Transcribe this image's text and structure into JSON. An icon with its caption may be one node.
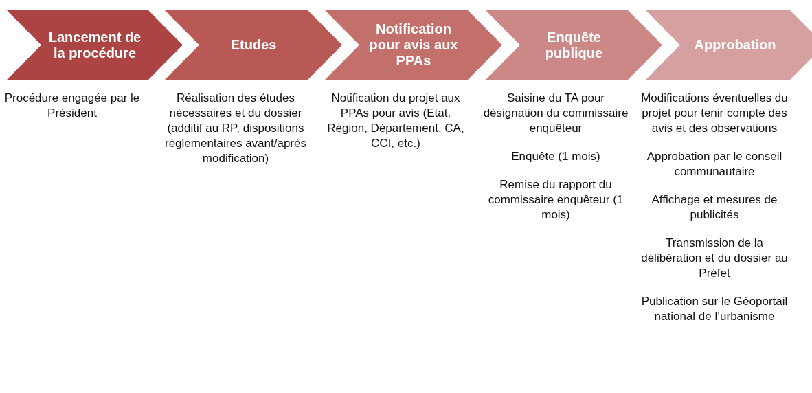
{
  "diagram": {
    "nodes": [
      {
        "text": [
          "Lancement de la procédure"
        ],
        "beside": [
          "Procédure engagée par le Président"
        ]
      },
      {
        "text": [
          "Etudes"
        ],
        "beside": [
          "Réalisation des études nécessaires et du dossier (additif au RP, dispositions réglementaires avant/après modification)"
        ]
      },
      {
        "text": [
          "Notification pour avis aux PPAs"
        ],
        "beside": [
          "Notification du projet aux PPAs pour avis (Etat, Région, Département, CA, CCI, etc.)"
        ]
      },
      {
        "text": [
          "Enquête publique"
        ],
        "beside": [
          "Saisine du TA pour désignation du commissaire enquêteur",
          "Enquête (1 mois)",
          "Remise du rapport du commissaire enquêteur (1 mois)"
        ]
      },
      {
        "text": [
          "Approbation"
        ],
        "beside": [
          "Modifications éventuelles du projet pour tenir compte des avis et des observations",
          "Approbation par le conseil communautaire",
          "Affichage et mesures de publicités",
          "Transmission de la délibération et du dossier au Préfet",
          "Publication sur le Géoportail national de l’urbanisme"
        ]
      }
    ]
  }
}
